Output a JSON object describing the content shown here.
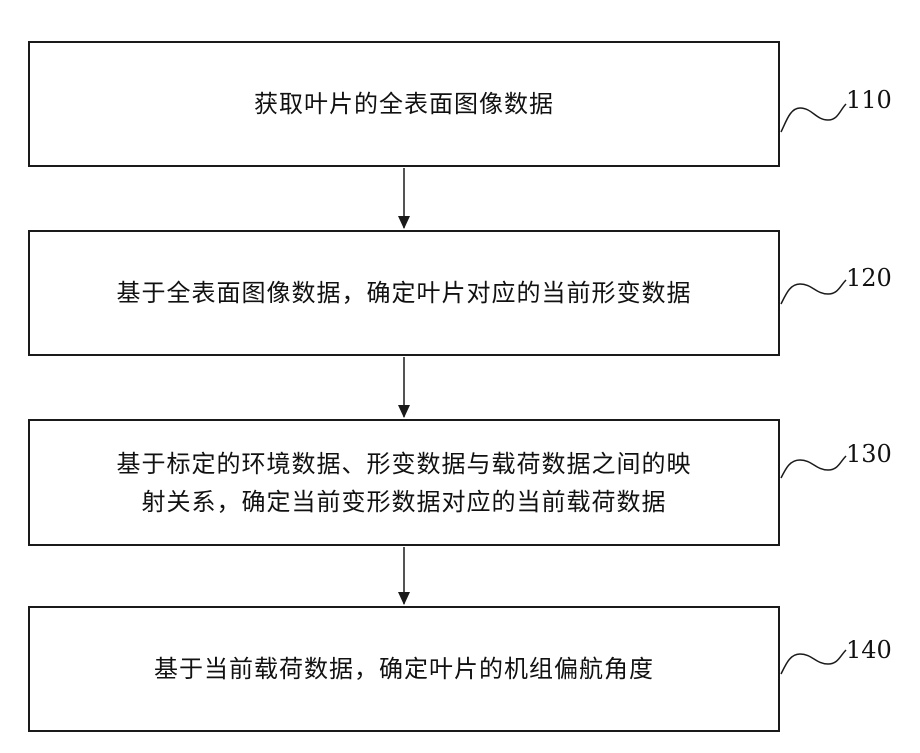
{
  "steps": [
    {
      "ref": "110",
      "text": "获取叶片的全表面图像数据"
    },
    {
      "ref": "120",
      "text": "基于全表面图像数据，确定叶片对应的当前形变数据"
    },
    {
      "ref": "130",
      "text_line1": "基于标定的环境数据、形变数据与载荷数据之间的映",
      "text_line2": "射关系，确定当前变形数据对应的当前载荷数据"
    },
    {
      "ref": "140",
      "text": "基于当前载荷数据，确定叶片的机组偏航角度"
    }
  ]
}
